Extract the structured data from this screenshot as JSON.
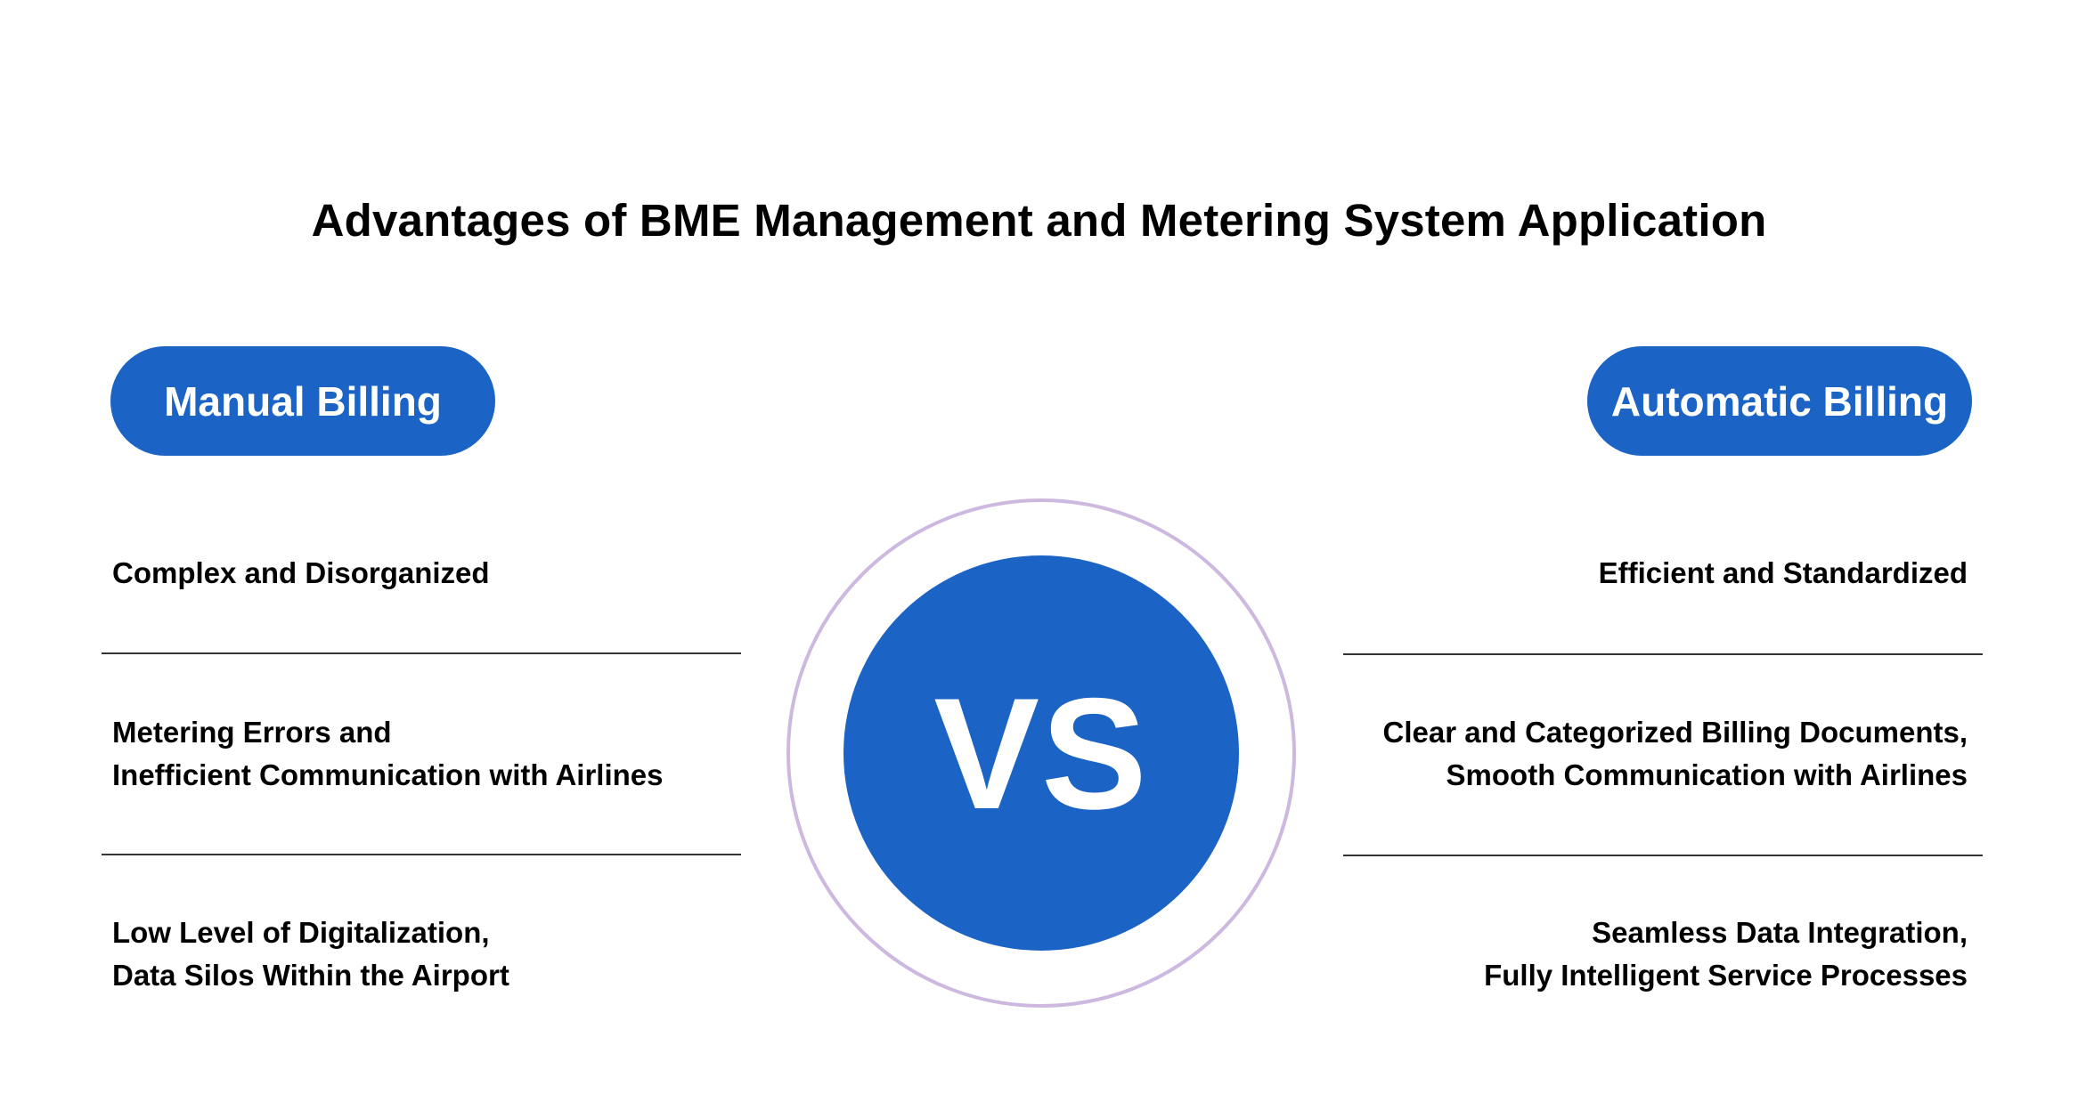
{
  "title": "Advantages of BME Management and Metering System Application",
  "left": {
    "label": "Manual Billing",
    "items": [
      {
        "lines": [
          "Complex and Disorganized"
        ]
      },
      {
        "lines": [
          "Metering Errors and",
          "Inefficient Communication with Airlines"
        ]
      },
      {
        "lines": [
          "Low Level of Digitalization,",
          "Data Silos Within the Airport"
        ]
      }
    ]
  },
  "right": {
    "label": "Automatic Billing",
    "items": [
      {
        "lines": [
          "Efficient and Standardized"
        ]
      },
      {
        "lines": [
          "Clear and Categorized Billing Documents,",
          "Smooth Communication with Airlines"
        ]
      },
      {
        "lines": [
          "Seamless Data Integration,",
          "Fully Intelligent Service Processes"
        ]
      }
    ]
  },
  "center": {
    "label": "VS"
  },
  "colors": {
    "accent": "#1b63c4",
    "ring": "#cdb8e0",
    "divider": "#333333"
  }
}
